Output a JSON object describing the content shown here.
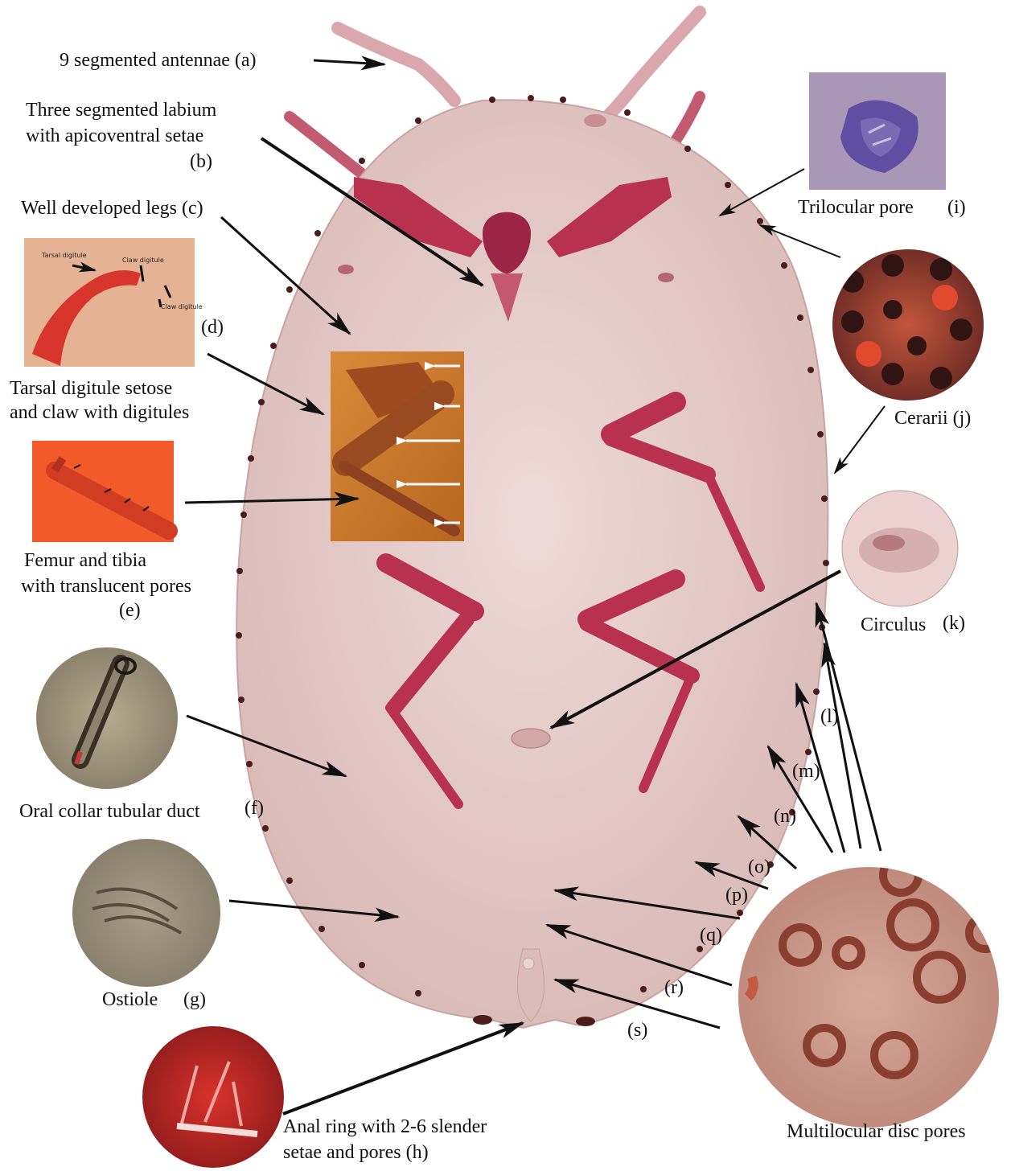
{
  "labels": {
    "antennae": "9 segmented antennae (a)",
    "labium_line1": "Three segmented labium",
    "labium_line2": "with apicoventral setae",
    "labium_code": "(b)",
    "legs": "Well developed legs (c)",
    "d_code": "(d)",
    "tarsal_line1": "Tarsal digitule setose",
    "tarsal_line2": "and claw with digitules",
    "femur_line1": "Femur and tibia",
    "femur_line2": "with translucent pores",
    "femur_code": "(e)",
    "oral_collar": "Oral collar tubular duct",
    "oral_code": "(f)",
    "ostiole": "Ostiole",
    "ostiole_code": "(g)",
    "anal_line1": "Anal ring with 2-6 slender",
    "anal_line2": "setae and pores (h)",
    "trilocular": "Trilocular pore",
    "trilocular_code": "(i)",
    "cerarii": "Cerarii (j)",
    "circulus": "Circulus",
    "circulus_code": "(k)",
    "multilocular": "Multilocular disc pores",
    "l": "(l)",
    "m": "(m)",
    "n": "(n)",
    "o": "(o)",
    "p": "(p)",
    "q": "(q)",
    "r": "(r)",
    "s": "(s)"
  },
  "inset_text": {
    "tarsal_digitule": "Tarsal digitule",
    "claw_digitule_1": "Claw digitule",
    "claw_digitule_2": "Claw digitule"
  },
  "colors": {
    "body_fill": "#e7cfcc",
    "leg": "#b8324f",
    "setae": "#4a1c1c",
    "arrow": "#111111"
  }
}
